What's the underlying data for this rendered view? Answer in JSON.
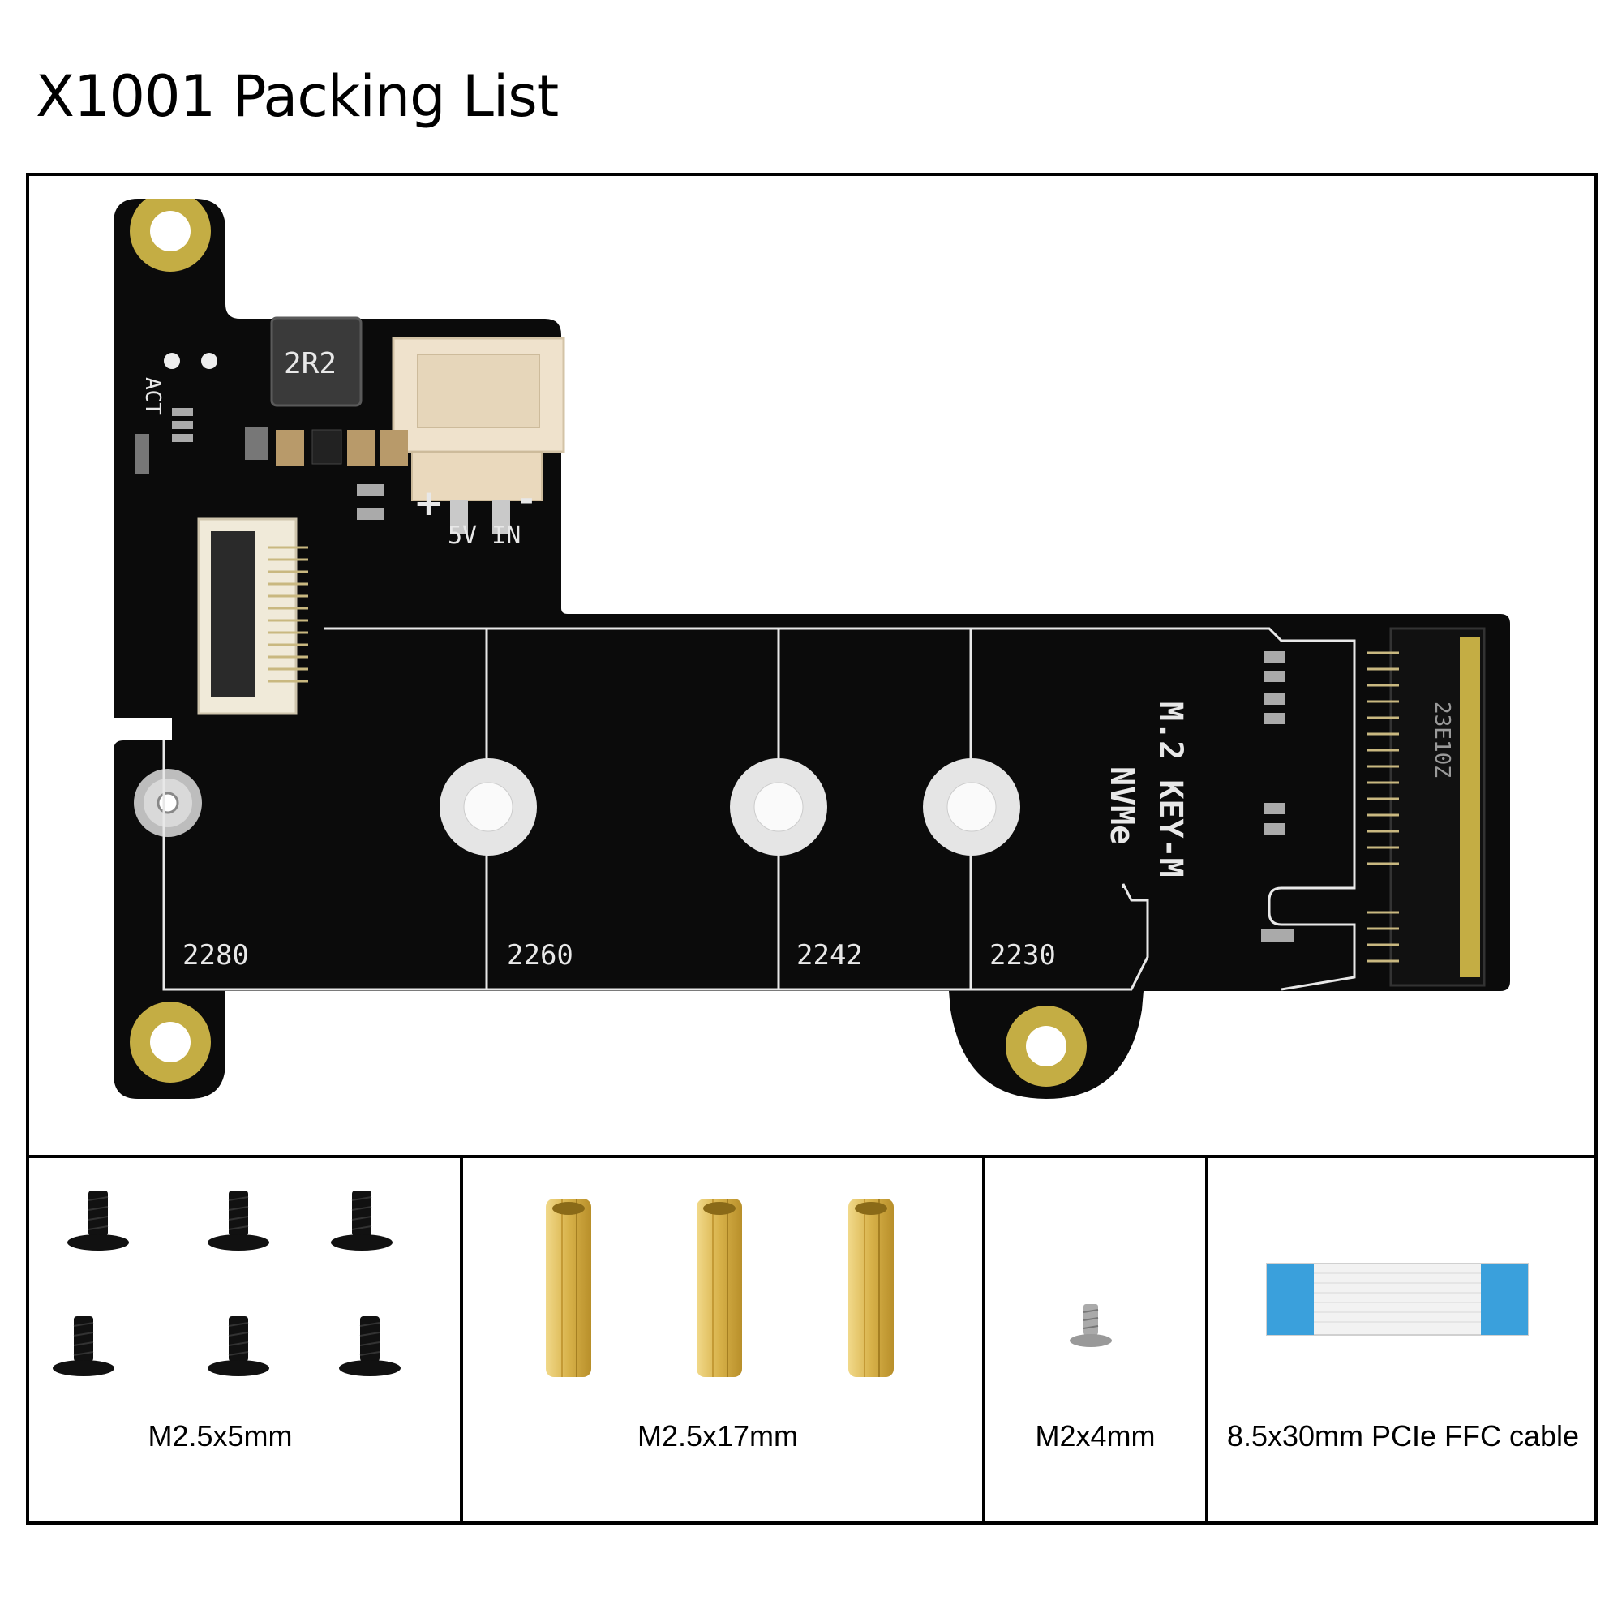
{
  "page_title": "X1001 Packing List",
  "board": {
    "silkscreen": {
      "act": "ACT",
      "inductor": "2R2",
      "plus": "+",
      "minus": "-",
      "power": "5V IN",
      "m2_line1": "M.2 KEY-M",
      "m2_line2": "NVMe",
      "sizes": [
        "2280",
        "2260",
        "2242",
        "2230"
      ],
      "slot_marking": "23E10Z"
    }
  },
  "items": [
    {
      "label": "M2.5x5mm"
    },
    {
      "label": "M2.5x17mm"
    },
    {
      "label": "M2x4mm"
    },
    {
      "label": "8.5x30mm PCIe FFC cable"
    }
  ],
  "colors": {
    "pcb": "#0b0b0b",
    "gold_pad": "#c4ad44",
    "brass": "#d8b24a",
    "cable_blue": "#3aa0dc"
  }
}
